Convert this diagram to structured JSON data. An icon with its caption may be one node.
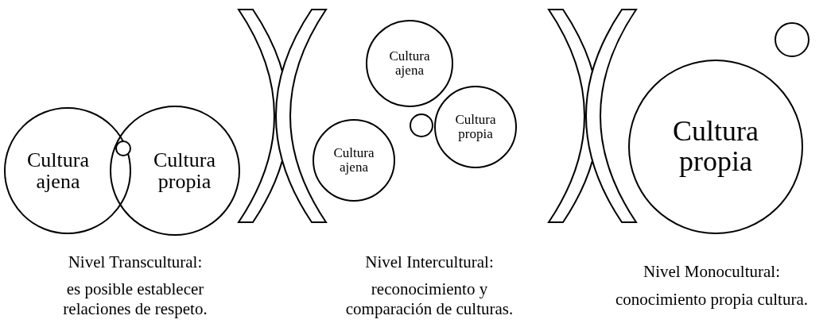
{
  "diagram": {
    "nodes": [
      {
        "text": [
          "Cultura ajena"
        ]
      },
      {
        "text": [],
        "shape": "circle"
      },
      {
        "text": [
          "Cultura propia"
        ]
      },
      {
        "text": [
          "Cultura ajena"
        ]
      },
      {
        "text": [
          "Cultura ajena"
        ]
      },
      {
        "text": [],
        "shape": "circle"
      },
      {
        "text": [
          "Cultura propia"
        ]
      },
      {
        "text": [
          "Cultura propia"
        ]
      },
      {
        "text": [],
        "shape": "circle"
      }
    ],
    "edges": [],
    "labels": [
      "Nivel Transcultural:",
      "es posible establecer relaciones de respeto.",
      "Nivel Intercultural:",
      "reconocimiento y comparación de culturas.",
      "Nivel Monocultural:",
      "conocimiento propia cultura."
    ]
  }
}
